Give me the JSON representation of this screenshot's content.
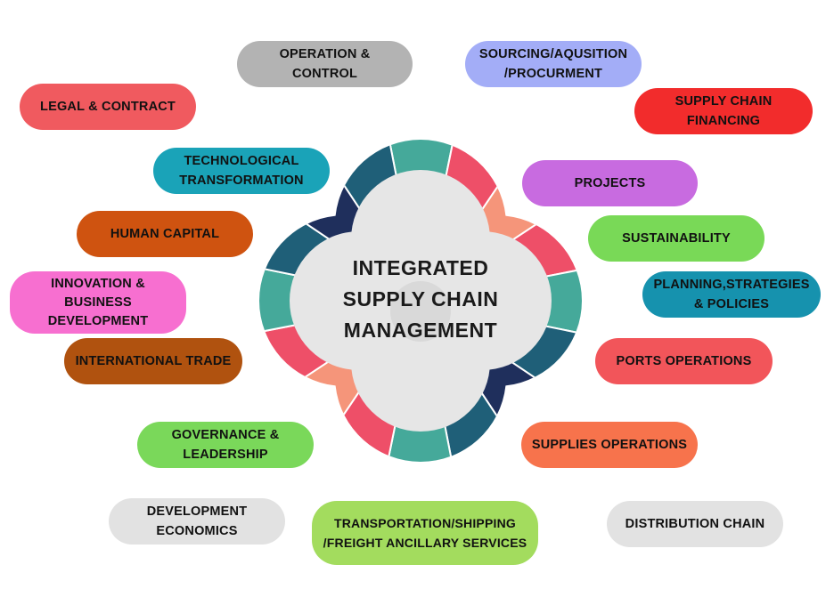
{
  "center": {
    "title": "INTEGRATED\nSUPPLY CHAIN\nMANAGEMENT"
  },
  "nodes": [
    {
      "id": "operation-control",
      "label": "OPERATION & CONTROL",
      "color": "#b3b3b3"
    },
    {
      "id": "sourcing",
      "label": "SOURCING/AQUSITION\n/PROCURMENT",
      "color": "#a3adf7"
    },
    {
      "id": "legal-contract",
      "label": "LEGAL & CONTRACT",
      "color": "#f05a5f"
    },
    {
      "id": "supply-chain-financing",
      "label": "SUPPLY CHAIN\nFINANCING",
      "color": "#f22c2c"
    },
    {
      "id": "technological-transformation",
      "label": "TECHNOLOGICAL\nTRANSFORMATION",
      "color": "#1aa3b8"
    },
    {
      "id": "projects",
      "label": "PROJECTS",
      "color": "#c86be0"
    },
    {
      "id": "human-capital",
      "label": "HUMAN CAPITAL",
      "color": "#cf5310"
    },
    {
      "id": "sustainability",
      "label": "SUSTAINABILITY",
      "color": "#79d957"
    },
    {
      "id": "innovation",
      "label": "INNOVATION &\nBUSINESS\nDEVELOPMENT",
      "color": "#f76fd0"
    },
    {
      "id": "planning",
      "label": "PLANNING,STRATEGIES\n& POLICIES",
      "color": "#1692ae"
    },
    {
      "id": "international-trade",
      "label": "INTERNATIONAL TRADE",
      "color": "#b0520f"
    },
    {
      "id": "ports-operations",
      "label": "PORTS OPERATIONS",
      "color": "#f2555a"
    },
    {
      "id": "governance",
      "label": "GOVERNANCE &\nLEADERSHIP",
      "color": "#7ad85a"
    },
    {
      "id": "supplies-operations",
      "label": "SUPPLIES OPERATIONS",
      "color": "#f7734c"
    },
    {
      "id": "development-economics",
      "label": "DEVELOPMENT\nECONOMICS",
      "color": "#e2e2e2"
    },
    {
      "id": "transportation",
      "label": "TRANSPORTATION/SHIPPING\n/FREIGHT ANCILLARY SERVICES",
      "color": "#a3dc5e"
    },
    {
      "id": "distribution-chain",
      "label": "DISTRIBUTION CHAIN",
      "color": "#e2e2e2"
    }
  ],
  "ring_colors": [
    "#45a99a",
    "#ee4f68",
    "#f5957a",
    "#1f5f78",
    "#1f2f5c"
  ],
  "center_fill": "#e6e6e6"
}
